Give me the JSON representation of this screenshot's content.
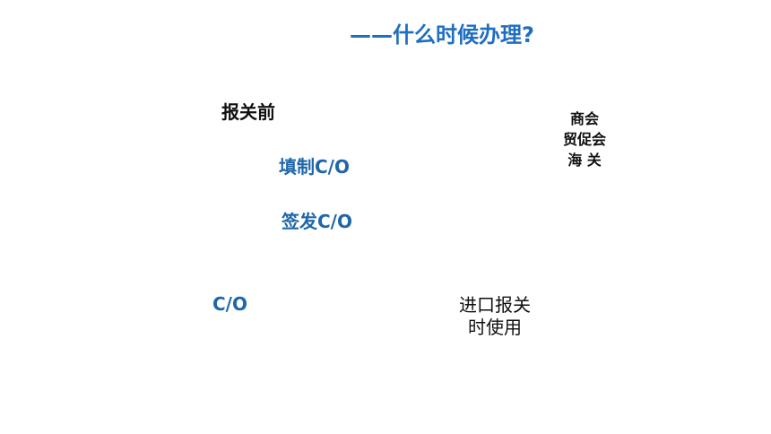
{
  "slide": {
    "title": "——什么时候办理?",
    "before_customs": "报关前",
    "fill_co": "填制C/O",
    "issue_co": "签发C/O",
    "co": "C/O",
    "organizations": [
      "商会",
      "贸促会",
      "海 关"
    ],
    "import_use_lines": [
      "进口报关",
      "时使用"
    ]
  },
  "colors": {
    "title": "#1f6fc0",
    "accent_blue": "#1f67a8",
    "text": "#111111",
    "background": "#ffffff"
  }
}
